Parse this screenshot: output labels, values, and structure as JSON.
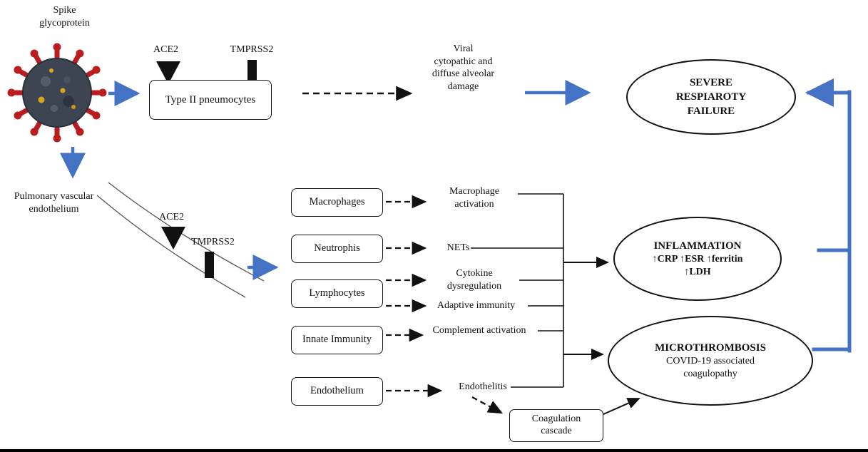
{
  "labels": {
    "spike_glycoprotein": "Spike\nglycoprotein",
    "ace2_upper": "ACE2",
    "tmprss2_upper": "TMPRSS2",
    "type2_pneumocytes": "Type II pneumocytes",
    "viral_damage": "Viral\ncytopathic and\ndiffuse alveolar\ndamage",
    "severe_failure": "SEVERE\nRESPIAROTY\nFAILURE",
    "pulmonary_endothelium": "Pulmonary vascular\nendothelium",
    "ace2_lower": "ACE2",
    "tmprss2_lower": "TMPRSS2",
    "inflammation_title": "INFLAMMATION",
    "inflammation_markers": "↑CRP ↑ESR ↑ferritin\n↑LDH",
    "microthrombosis_title": "MICROTHROMBOSIS",
    "microthrombosis_sub": "COVID-19 associated\ncoagulopathy",
    "coagulation_cascade": "Coagulation\ncascade"
  },
  "cells": [
    "Macrophages",
    "Neutrophis",
    "Lymphocytes",
    "Innate Immunity",
    "Endothelium"
  ],
  "effects": [
    "Macrophage\nactivation",
    "NETs",
    "Cytokine\ndysregulation",
    "Adaptive immunity",
    "Complement activation",
    "Endothelitis"
  ],
  "colors": {
    "arrow_blue": "#4472C4",
    "line_black": "#111111",
    "spike_red": "#b91d1d",
    "virus_body": "#3e4552",
    "virus_dot_yellow": "#d9a51c"
  }
}
